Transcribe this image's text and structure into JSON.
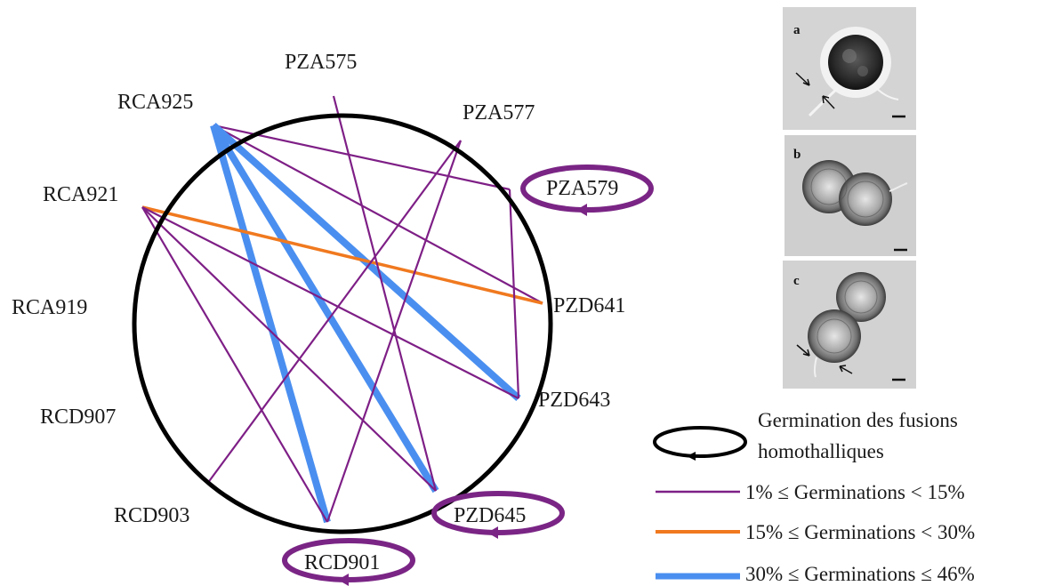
{
  "colors": {
    "circle": "#000000",
    "low": "#7e1f86",
    "mid": "#f0791f",
    "high": "#4a8ff0",
    "loop": "#7a2585"
  },
  "nodes": [
    {
      "id": "PZA575",
      "label": "PZA575"
    },
    {
      "id": "PZA577",
      "label": "PZA577"
    },
    {
      "id": "PZA579",
      "label": "PZA579"
    },
    {
      "id": "PZD641",
      "label": "PZD641"
    },
    {
      "id": "PZD643",
      "label": "PZD643"
    },
    {
      "id": "PZD645",
      "label": "PZD645"
    },
    {
      "id": "RCD901",
      "label": "RCD901"
    },
    {
      "id": "RCD903",
      "label": "RCD903"
    },
    {
      "id": "RCD907",
      "label": "RCD907"
    },
    {
      "id": "RCA919",
      "label": "RCA919"
    },
    {
      "id": "RCA921",
      "label": "RCA921"
    },
    {
      "id": "RCA925",
      "label": "RCA925"
    }
  ],
  "edges": [
    {
      "from": "RCA925",
      "to": "PZA579",
      "level": "low"
    },
    {
      "from": "RCA925",
      "to": "PZD641",
      "level": "low"
    },
    {
      "from": "RCA925",
      "to": "PZD643",
      "level": "high"
    },
    {
      "from": "RCA925",
      "to": "PZD645",
      "level": "high"
    },
    {
      "from": "RCA925",
      "to": "RCD901",
      "level": "high"
    },
    {
      "from": "RCA921",
      "to": "PZD641",
      "level": "mid"
    },
    {
      "from": "RCA921",
      "to": "PZD645",
      "level": "low"
    },
    {
      "from": "RCA921",
      "to": "RCD901",
      "level": "low"
    },
    {
      "from": "RCA921",
      "to": "PZD643",
      "level": "low"
    },
    {
      "from": "PZA575",
      "to": "PZD645",
      "level": "low"
    },
    {
      "from": "PZA577",
      "to": "RCD903",
      "level": "low"
    },
    {
      "from": "PZA577",
      "to": "RCD901",
      "level": "low"
    },
    {
      "from": "PZA579",
      "to": "PZD643",
      "level": "low"
    }
  ],
  "self_loops": [
    "PZA579",
    "PZD645",
    "RCD901"
  ],
  "legend": {
    "loop_label_line1": "Germination des fusions",
    "loop_label_line2": "homothalliques",
    "low_label": "1% ≤ Germinations < 15%",
    "mid_label": "15% ≤ Germinations < 30%",
    "high_label": "30% ≤ Germinations ≤  46%"
  },
  "panels": [
    {
      "letter": "a",
      "description": "single cell with germ tube"
    },
    {
      "letter": "b",
      "description": "two fused cells"
    },
    {
      "letter": "c",
      "description": "two fused cells with germ tubes"
    }
  ]
}
